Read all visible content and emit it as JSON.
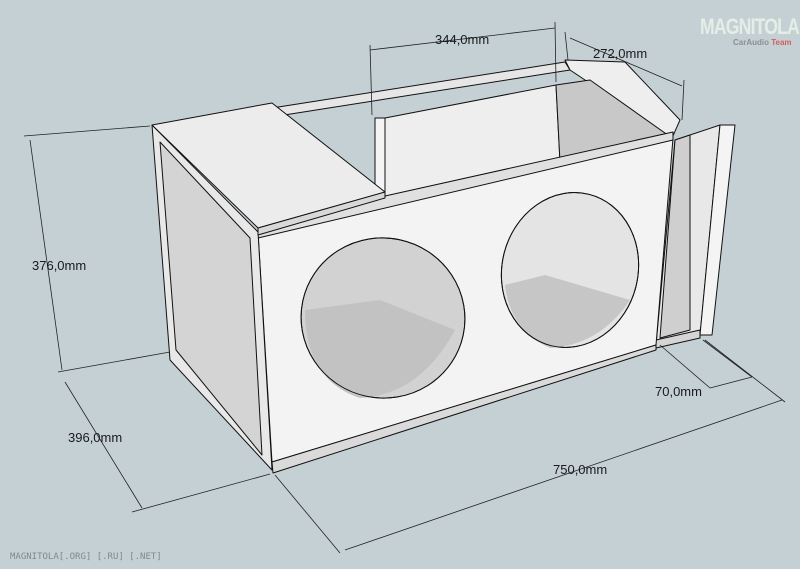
{
  "logo": {
    "text": "MAGNITOLA",
    "subtitle": "CarAudio",
    "subtitle_accent": "Team"
  },
  "footer": "MAGNITOLA[.ORG] [.RU] [.NET]",
  "dimensions": {
    "height": "376,0mm",
    "depth": "396,0mm",
    "width": "750,0mm",
    "port_width": "70,0mm",
    "inner_width": "344,0mm",
    "port_depth": "272,0mm"
  },
  "colors": {
    "background": "#c5d0d5",
    "face_light": "#f2f2f2",
    "face_shade": "#d8d8d8",
    "accent": "#d06060"
  }
}
